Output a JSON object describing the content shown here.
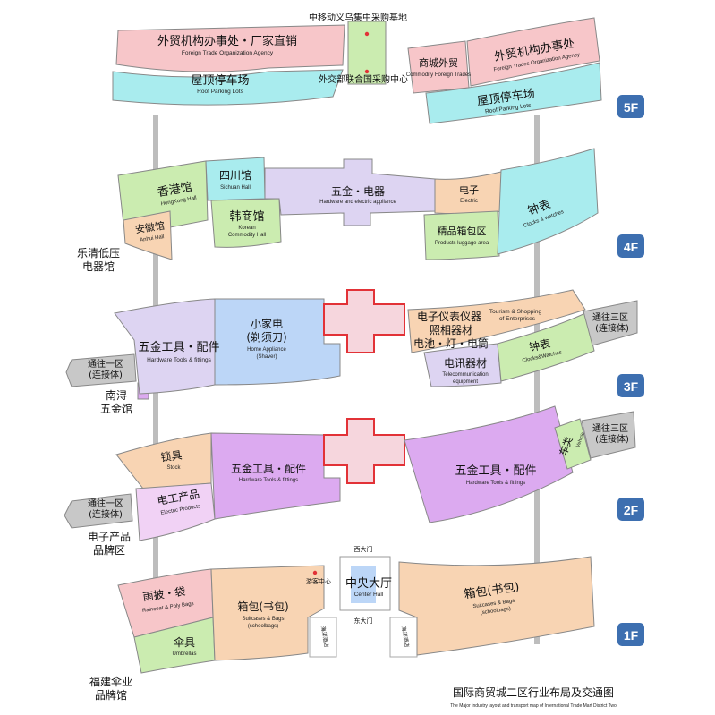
{
  "colors": {
    "pink": "#f7c6c9",
    "cyan": "#a9ecee",
    "lavender": "#ddd4f2",
    "green": "#cbecb0",
    "peach": "#f8d4b3",
    "purple": "#dcaaf0",
    "light_purple": "#f1d2f5",
    "blue": "#bcd6f7",
    "red": "#e23237",
    "gray": "#c8c8c8",
    "badge": "#3d6fb0"
  },
  "title": {
    "zh": "国际商贸城二区行业布局及交通图",
    "en": "The Major Industry layout and transport map of International Trade Mart District Two"
  },
  "floors": {
    "f5": {
      "badge": "5F",
      "top_center_label": "中移动义乌集中采购基地",
      "bottom_center_label": "外交部联合国采购中心",
      "zones": [
        {
          "zh": "外贸机构办事处・厂家直销",
          "en": "Foreign Trade Organization Agency"
        },
        {
          "zh": "屋顶停车场",
          "en": "Roof Parking Lots"
        },
        {
          "zh": "商城外贸",
          "en": "Commodity Foreign Trades"
        },
        {
          "zh": "外贸机构办事处",
          "en": "Foreign Trades Organization Agency"
        },
        {
          "zh": "屋顶停车场",
          "en": "Roof Parking Lots"
        }
      ]
    },
    "f4": {
      "badge": "4F",
      "side_label": [
        "乐清低压",
        "电器馆"
      ],
      "zones": [
        {
          "zh": "香港馆",
          "en": "HongKong Hall"
        },
        {
          "zh": "四川馆",
          "en": "Sichuan Hall"
        },
        {
          "zh": "韩商馆",
          "en": "Korean",
          "en2": "Commodity Hall"
        },
        {
          "zh": "安徽馆",
          "en": "Anhui Hall"
        },
        {
          "zh": "五金・电器",
          "en": "Hardware and electric appliance"
        },
        {
          "zh": "电子",
          "en": "Electric"
        },
        {
          "zh": "精品箱包区",
          "en": "Products luggage area"
        },
        {
          "zh": "钟表",
          "en": "Clocks & watches"
        }
      ]
    },
    "f3": {
      "badge": "3F",
      "left_pass": [
        "通往一区",
        "(连接体)"
      ],
      "right_pass": [
        "通往三区",
        "(连接体)"
      ],
      "side_label": [
        "南浔",
        "五金馆"
      ],
      "zones": [
        {
          "zh": "五金工具・配件",
          "en": "Hardware Tools & fittings"
        },
        {
          "zh": "小家电",
          "zh2": "(剃须刀)",
          "en": "Home Appliance",
          "en2": "(Shaver)"
        },
        {
          "zh": "电子仪表仪器",
          "zh2": "照相器材",
          "zh3": "电池・灯・电筒"
        },
        {
          "en": "Tourism & Shopping",
          "en2": "of Enterprises"
        },
        {
          "zh": "电讯器材",
          "en": "Telecommunication",
          "en2": "equipment"
        },
        {
          "zh": "钟表",
          "en": "Clocks&Watches"
        }
      ]
    },
    "f2": {
      "badge": "2F",
      "left_pass": [
        "通往一区",
        "(连接体)"
      ],
      "right_pass": [
        "通往三区",
        "(连接体)"
      ],
      "side_label": [
        "电子产品",
        "品牌区"
      ],
      "zones": [
        {
          "zh": "锁具",
          "en": "Stock"
        },
        {
          "zh": "电工产品",
          "en": "Electric Products"
        },
        {
          "zh": "五金工具・配件",
          "en": "Hardware Tools & fittings"
        },
        {
          "zh": "五金工具・配件",
          "en": "Hardware Tools & fittings"
        },
        {
          "zh": "车类",
          "en": "Vehicle"
        }
      ]
    },
    "f1": {
      "badge": "1F",
      "side_label": [
        "福建伞业",
        "品牌馆"
      ],
      "west_gate": "西大门",
      "east_gate": "东大门",
      "visitor_center": "游客中心",
      "center_hall": {
        "zh": "中央大厅",
        "en": "Center Hall"
      },
      "hotel_left": "海洋酒店",
      "hotel_right": "海洋酒店",
      "zones": [
        {
          "zh": "雨披・袋",
          "en": "Raincoat & Poly Bags"
        },
        {
          "zh": "伞具",
          "en": "Umbrellas"
        },
        {
          "zh": "箱包(书包)",
          "en": "Suitcases & Bags",
          "en2": "(schoolbags)"
        },
        {
          "zh": "箱包(书包)",
          "en": "Suitcases & Bags",
          "en2": "(schoolbags)"
        }
      ]
    }
  }
}
